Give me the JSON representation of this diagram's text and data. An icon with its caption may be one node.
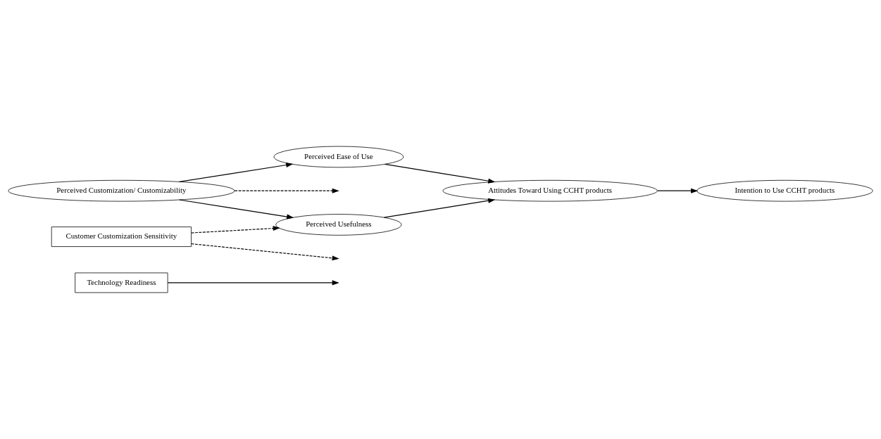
{
  "diagram": {
    "nodes": [
      {
        "text": [
          "Technology Readiness"
        ]
      },
      {
        "text": [
          "Perceived Ease of Use"
        ]
      },
      {
        "text": [
          "Perceived Customization/ Customizability"
        ]
      },
      {
        "text": [
          "Attitudes Toward Using CCHT products"
        ]
      },
      {
        "text": [
          "Intention to Use CCHT products"
        ]
      },
      {
        "text": [
          "Perceived Usefulness"
        ]
      },
      {
        "text": [
          "Customer Customization Sensitivity"
        ]
      }
    ],
    "edges": [
      {
        "from": 0,
        "to": null,
        "arrow": "to"
      },
      {
        "from": 2,
        "to": 1,
        "arrow": "to"
      },
      {
        "from": 1,
        "to": 3,
        "arrow": "to"
      },
      {
        "from": 3,
        "to": 4,
        "arrow": "to"
      },
      {
        "from": 2,
        "to": 5,
        "arrow": "to"
      },
      {
        "from": 5,
        "to": 3,
        "arrow": "to"
      },
      {
        "from": 2,
        "to": null,
        "arrow": "to",
        "style": "dashed"
      },
      {
        "from": 6,
        "to": null,
        "arrow": "to",
        "style": "dashed"
      },
      {
        "from": 6,
        "to": 5,
        "arrow": "to",
        "style": "dashed"
      }
    ]
  }
}
